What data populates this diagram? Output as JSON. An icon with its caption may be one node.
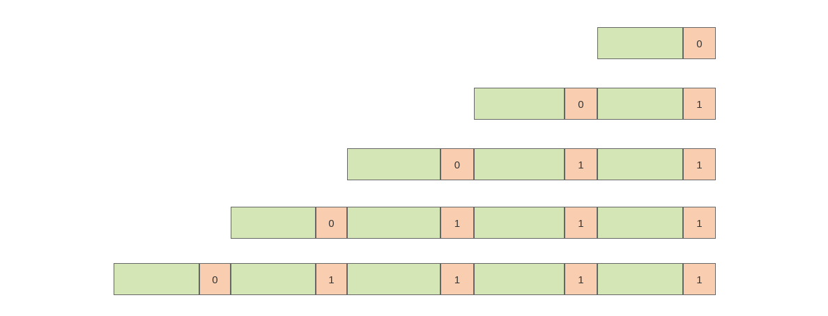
{
  "diagram": {
    "nodes": [
      {
        "text": [],
        "shape": "box"
      },
      {
        "text": [
          "0"
        ]
      },
      {
        "text": [],
        "shape": "box"
      },
      {
        "text": [
          "0"
        ]
      },
      {
        "text": [],
        "shape": "box"
      },
      {
        "text": [
          "1"
        ]
      },
      {
        "text": [],
        "shape": "box"
      },
      {
        "text": [
          "0"
        ]
      },
      {
        "text": [],
        "shape": "box"
      },
      {
        "text": [
          "1"
        ]
      },
      {
        "text": [],
        "shape": "box"
      },
      {
        "text": [
          "1"
        ]
      },
      {
        "text": [],
        "shape": "box"
      },
      {
        "text": [
          "0"
        ]
      },
      {
        "text": [],
        "shape": "box"
      },
      {
        "text": [
          "1"
        ]
      },
      {
        "text": [],
        "shape": "box"
      },
      {
        "text": [
          "1"
        ]
      },
      {
        "text": [],
        "shape": "box"
      },
      {
        "text": [
          "1"
        ]
      },
      {
        "text": [],
        "shape": "box"
      },
      {
        "text": [
          "0"
        ]
      },
      {
        "text": [],
        "shape": "box"
      },
      {
        "text": [
          "1"
        ]
      },
      {
        "text": [],
        "shape": "box"
      },
      {
        "text": [
          "1"
        ]
      },
      {
        "text": [],
        "shape": "box"
      },
      {
        "text": [
          "1"
        ]
      },
      {
        "text": [],
        "shape": "box"
      },
      {
        "text": [
          "1"
        ]
      }
    ]
  }
}
